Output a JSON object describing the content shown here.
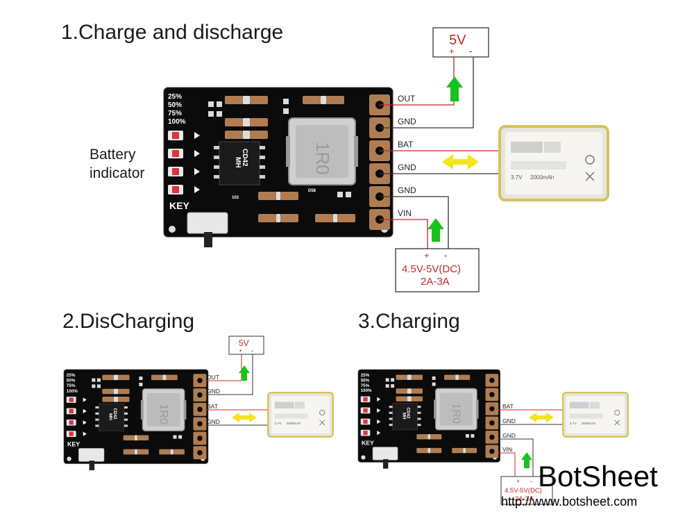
{
  "sections": {
    "charge_discharge": "1.Charge and discharge",
    "discharging": "2.DisCharging",
    "charging": "3.Charging"
  },
  "labels": {
    "battery_indicator_line1": "Battery",
    "battery_indicator_line2": "indicator"
  },
  "pins": {
    "out": "OUT",
    "gnd": "GND",
    "bat": "BAT",
    "vin": "VIN"
  },
  "board": {
    "led_levels": [
      "25%",
      "50%",
      "75%",
      "100%"
    ],
    "key": "KEY",
    "chip_line1": "MH",
    "chip_line2": "CD42",
    "inductor_mark": "1R0",
    "d_mark": "D58",
    "r_mark": "103"
  },
  "output_box": {
    "voltage": "5V",
    "plus": "+",
    "minus": "-"
  },
  "input_box": {
    "plus": "+",
    "minus": "-",
    "voltage": "4.5V-5V(DC)",
    "current": "2A-3A"
  },
  "battery": {
    "voltage": "3.7V",
    "capacity": "2000mAh"
  },
  "brand": {
    "name": "BotSheet",
    "url": "http://www.botsheet.com"
  },
  "colors": {
    "board": "#0b0b0b",
    "pad": "#b07d52",
    "wire_red": "#c0282a",
    "arrow_green": "#19c21c",
    "arrow_yellow": "#f2e51a",
    "led_red": "#d9363e"
  }
}
